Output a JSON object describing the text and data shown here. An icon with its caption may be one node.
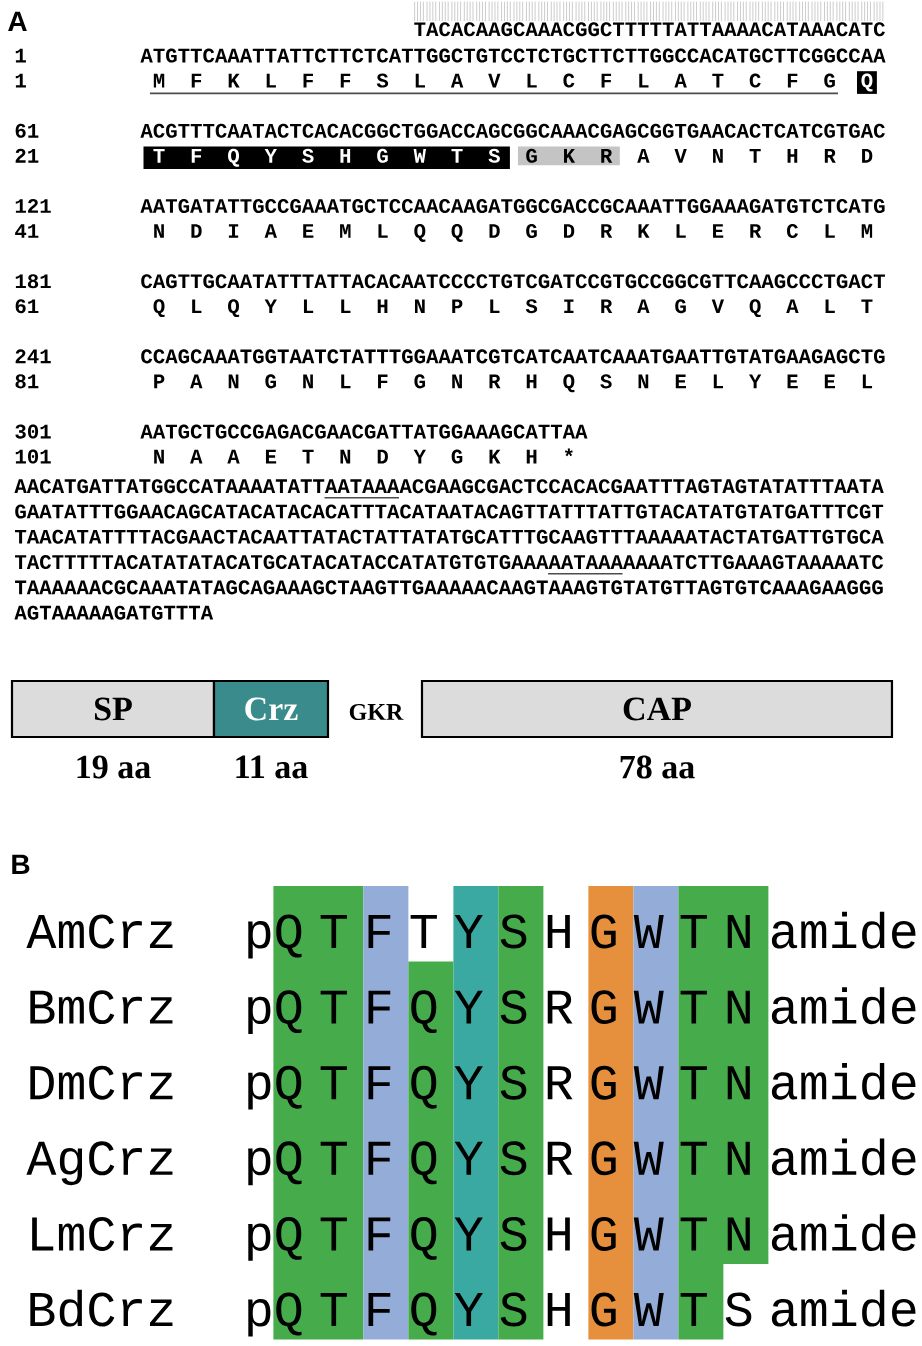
{
  "diagram": {
    "nodes": [
      {
        "text": [
          "SP"
        ],
        "beside": [
          "19 aa"
        ]
      },
      {
        "text": [
          "Crz"
        ],
        "beside": [
          "11 aa"
        ]
      },
      {
        "text": [
          "CAP"
        ],
        "beside": [
          "78 aa"
        ]
      }
    ],
    "labels": [
      "A",
      "TACACAAGCAAACGGCTTTTTATTAAAACATAAACATC",
      "1",
      "ATGTTCAAATTATTCTTCTCATTGGCTGTCCTCTGCTTCTTGGCCACATGCTTCGGCCAA",
      "1",
      "M F K L F F S L A V L C F L A T C F G",
      "Q",
      "61",
      "ACGTTTCAATACTCACACGGCTGGACCAGCGGCAAACGAGCGGTGAACACTCATCGTGAC",
      "21",
      "T F Q Y S H G W T S",
      "G K R",
      "A V N T H R D",
      "121",
      "AATGATATTGCCGAAATGCTCCAACAAGATGGCGACCGCAAATTGGAAAGATGTCTCATG",
      "41",
      "N D I A E M L Q Q D G D R K L E R C L M",
      "181",
      "CAGTTGCAATATTTATTACACAATCCCCTGTCGATCCGTGCCGGCGTTCAAGCCCTGACT",
      "61",
      "Q L Q Y L L H N P L S I R A G V Q A L T",
      "241",
      "CCAGCAAATGGTAATCTATTTGGAAATCGTCATCAATCAAATGAATTGTATGAAGAGCTG",
      "81",
      "P A N G N L F G N R H Q S N E L Y E E L",
      "301",
      "AATGCTGCCGAGACGAACGATTATGGAAAGCATTAA",
      "101",
      "N A A E T N D Y G K H *",
      "AACATGATTATGGCCATAAAATATTAATAAAACGAAGCGACTCCACACGAATTTAGTAGTATATTTAATA",
      "GAATATTTGGAACAGCATACATACACATTTACATAATACAGTTATTTATTGTACATATGTATGATTTCGT",
      "TAACATATTTTACGAACTACAATTATACTATTATATGCATTTGCAAGTTTAAAAATACTATGATTGTGCA",
      "TACTTTTTACATATATACATGCATACATACCATATGTGTGAAAAATAAAAAAATCTTGAAAGTAAAAATC",
      "TAAAAAACGCAAATATAGCAGAAAGCTAAGTTGAAAAACAAGTAAAGTGTATGTTAGTGTCAAAGAAGGG",
      "AGTAAAAAGATGTTTA",
      "GKR",
      "B",
      "AmCrz",
      "pQ T F T Y S H G W T N amide",
      "BmCrz",
      "pQ T F Q Y S R G W T N amide",
      "DmCrz",
      "pQ T F Q Y S R G W T N amide",
      "AgCrz",
      "pQ T F Q Y S R G W T N amide",
      "LmCrz",
      "pQ T F Q Y S H G W T N amide",
      "BdCrz",
      "pQ T F Q Y S H G W T S amide"
    ]
  }
}
